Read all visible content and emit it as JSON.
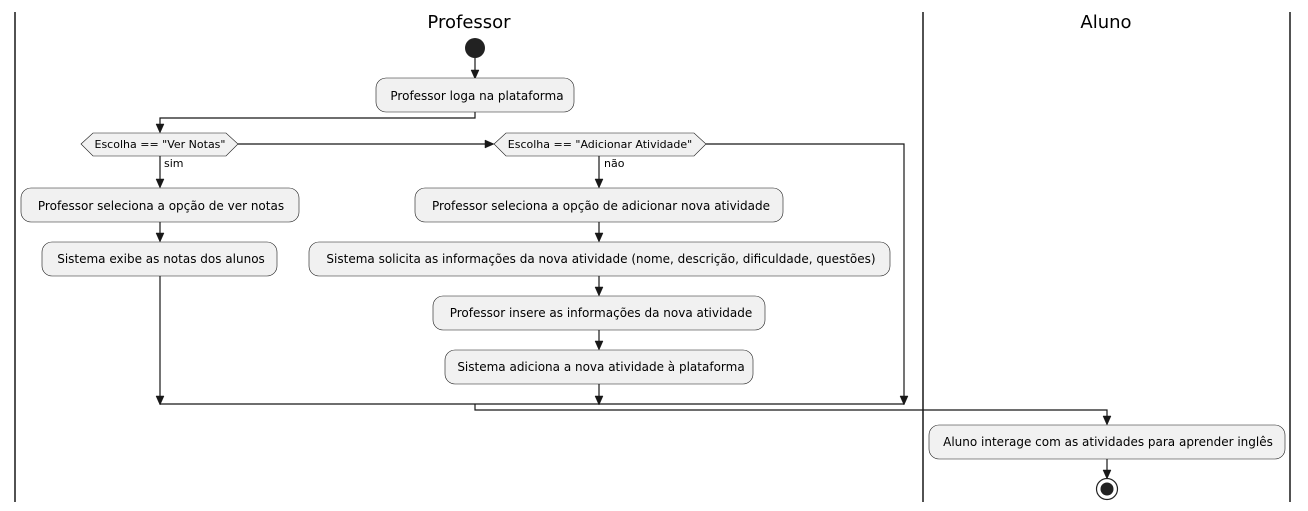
{
  "lanes": {
    "professor": "Professor",
    "aluno": "Aluno"
  },
  "activities": {
    "login": "Professor loga na plataforma",
    "select_view_grades": "Professor seleciona a opção de ver notas",
    "show_grades": "Sistema exibe as notas dos alunos",
    "select_add_activity": "Professor seleciona a opção de adicionar nova atividade",
    "request_info": "Sistema solicita as informações da nova atividade (nome, descrição, dificuldade, questões)",
    "insert_info": "Professor insere as informações da nova atividade",
    "add_activity": "Sistema adiciona a nova atividade à plataforma",
    "student_interacts": "Aluno interage com as atividades para aprender inglês"
  },
  "decisions": {
    "view_grades": "Escolha == \"Ver Notas\"",
    "add_activity": "Escolha == \"Adicionar Atividade\""
  },
  "branch_labels": {
    "yes": "sim",
    "no": "não"
  },
  "colors": {
    "node_fill": "#f1f1f1",
    "stroke": "#181818",
    "start_fill": "#222222"
  }
}
